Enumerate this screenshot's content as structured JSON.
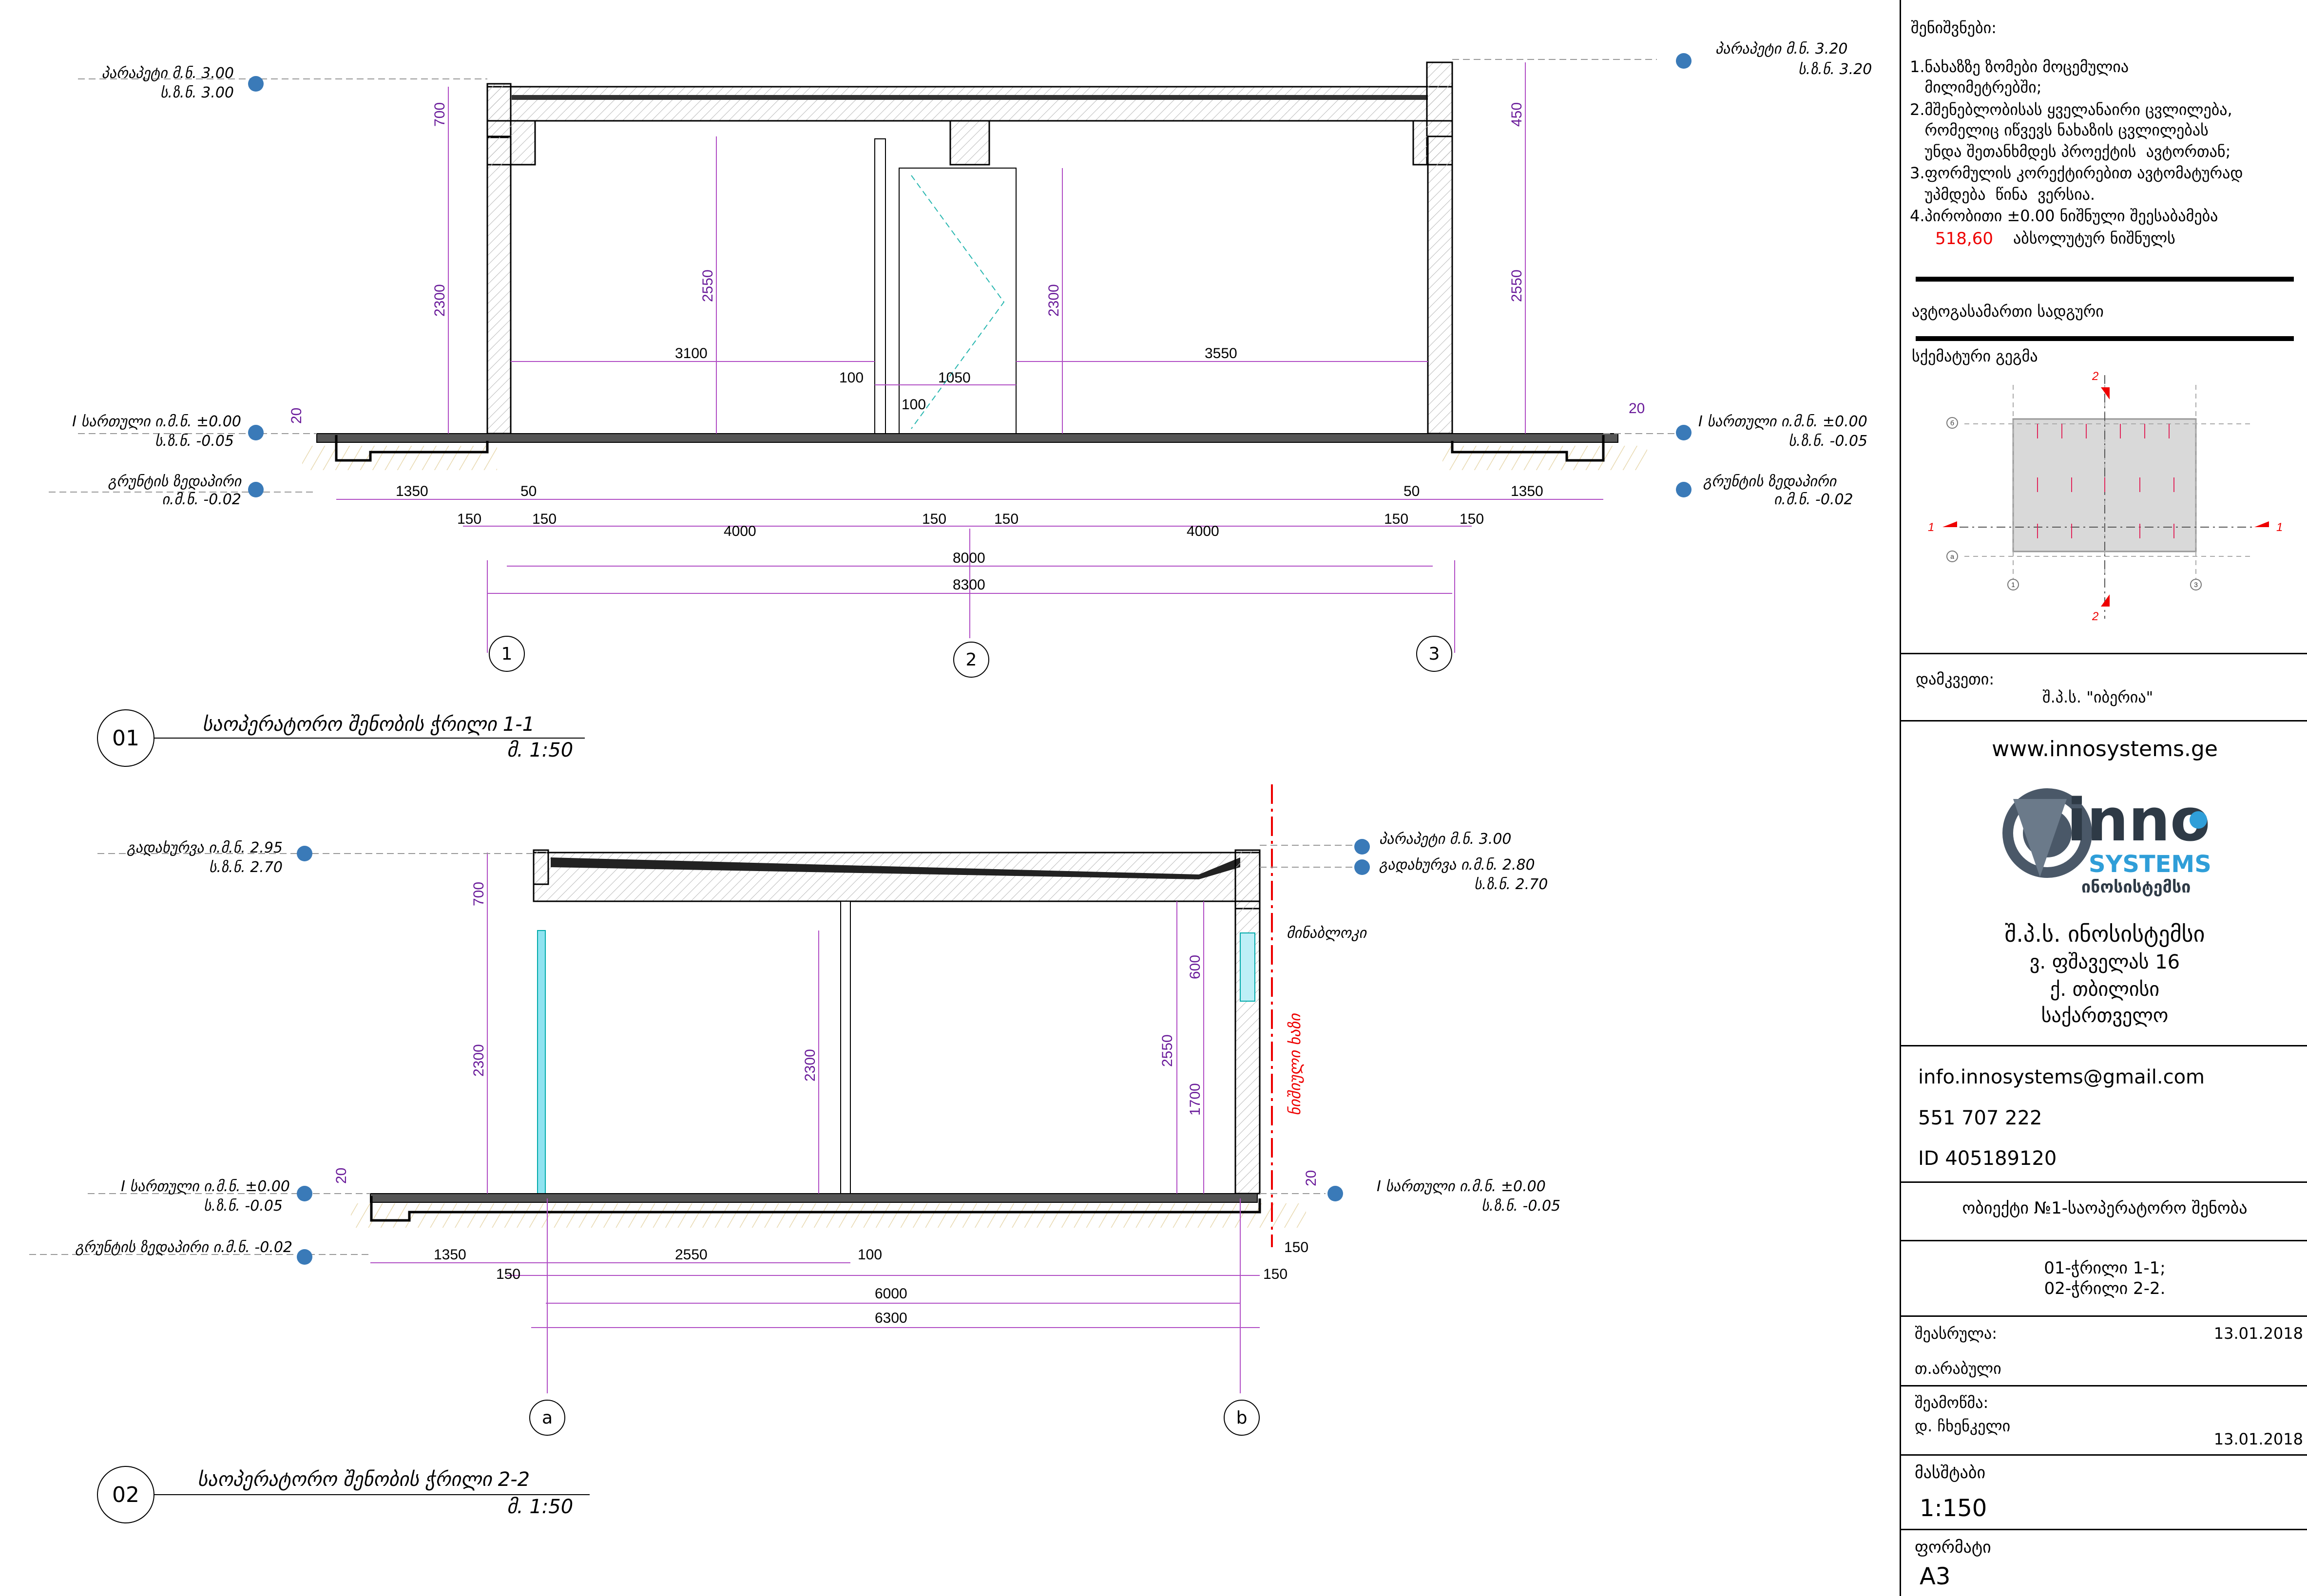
{
  "section1": {
    "number": "01",
    "title": "საოპერატორო შენობის ჭრილი  1-1",
    "scale": "მ. 1:50",
    "levels_left": [
      {
        "l1": "პარაპეტი   მ.ნ. 3.00",
        "l2": "ს.ზ.ნ. 3.00"
      },
      {
        "l1": "I სართული  ი.მ.ნ. ±0.00",
        "l2": "ს.ზ.ნ. -0.05"
      },
      {
        "l1": "გრუნტის ზედაპირი",
        "l2": "ი.მ.ნ. -0.02"
      }
    ],
    "levels_right": [
      {
        "l1": "პარაპეტი   მ.ნ. 3.20",
        "l2": "ს.ზ.ნ. 3.20"
      },
      {
        "l1": "I სართული  ი.მ.ნ. ±0.00",
        "l2": "ს.ზ.ნ. -0.05"
      },
      {
        "l1": "გრუნტის ზედაპირი",
        "l2": "ი.მ.ნ. -0.02"
      }
    ],
    "dims": {
      "d700": "700",
      "d2300a": "2300",
      "d2550a": "2550",
      "d2300b": "2300",
      "d450": "450",
      "d2550b": "2550",
      "d3100": "3100",
      "d100a": "100",
      "d1050": "1050",
      "d100b": "100",
      "d3550": "3550",
      "d20l": "20",
      "d20r": "20",
      "d1350l": "1350",
      "d50l": "50",
      "d50r": "50",
      "d1350r": "1350",
      "d150a": "150",
      "d150b": "150",
      "d4000a": "4000",
      "d150c": "150",
      "d150d": "150",
      "d4000b": "4000",
      "d150e": "150",
      "d150f": "150",
      "d8000": "8000",
      "d8300": "8300"
    },
    "axes": [
      "1",
      "2",
      "3"
    ]
  },
  "section2": {
    "number": "02",
    "title": "საოპერატორო შენობის ჭრილი  2-2",
    "scale": "მ. 1:50",
    "levels_left": [
      {
        "l1": "გადახურვა  ი.მ.ნ. 2.95",
        "l2": "ს.ზ.ნ. 2.70"
      },
      {
        "l1": "I სართული  ი.მ.ნ. ±0.00",
        "l2": "ს.ზ.ნ. -0.05"
      },
      {
        "l1": "გრუნტის ზედაპირი  ი.მ.ნ. -0.02",
        "l2": ""
      }
    ],
    "levels_right": [
      {
        "l1": "პარაპეტი   მ.ნ. 3.00",
        "l2": ""
      },
      {
        "l1": "გადახურვა  ი.მ.ნ. 2.80",
        "l2": "ს.ზ.ნ. 2.70"
      },
      {
        "l1": "I სართული  ი.მ.ნ. ±0.00",
        "l2": "ს.ზ.ნ. -0.05"
      }
    ],
    "label_minablok": "მინაბლოკი",
    "label_boundary": "ნიშიული ხაზი",
    "dims": {
      "d700": "700",
      "d2300a": "2300",
      "d2300b": "2300",
      "d600": "600",
      "d2550": "2550",
      "d1700": "1700",
      "d20l": "20",
      "d20r": "20",
      "d1350": "1350",
      "d2550b": "2550",
      "d100": "100",
      "d150r": "150",
      "d150a": "150",
      "d150b": "150",
      "d6000": "6000",
      "d6300": "6300"
    },
    "axes": [
      "a",
      "b"
    ]
  },
  "panel": {
    "notes_title": "შენიშვნები:",
    "notes": [
      "1.ნახაზზე ზომები მოცემულია",
      "   მილიმეტრებში;",
      "2.მშენებლობისას ყველანაირი ცვლილება,",
      "   რომელიც იწვევს ნახაზის ცვლილებას",
      "   უნდა შეთანხმდეს პროექტის  ავტორთან;",
      "3.ფორმულის კორექტირებით ავტომატურად",
      "   უპმდება  წინა  ვერსია.",
      "4.პირობითი ±0.00 ნიშნული შეესაბამება"
    ],
    "note_value": "518,60",
    "note_tail": "აბსოლუტურ ნიშნულს",
    "bldg_type": "ავტოგასამართი სადგური",
    "schema_title": "სქემატური გეგმა",
    "schema_marks": [
      "2",
      "2",
      "1",
      "1"
    ],
    "schema_axes": [
      "1",
      "3",
      "б",
      "а"
    ],
    "client_label": "დამკვეთი:",
    "client_value": "შ.პ.ს. \"იბერია\"",
    "website": "www.innosystems.ge",
    "logo_main": "inno",
    "logo_sub": "SYSTEMS",
    "logo_geo": "ინოსისტემსი",
    "company": "შ.პ.ს. ინოსისტემსი",
    "address1": "ვ. ფშაველას 16",
    "address2": "ქ. თბილისი",
    "address3": "საქართველო",
    "email": "info.innosystems@gmail.com",
    "phone": "551 707 222",
    "id": "ID 405189120",
    "object": "ობიექტი №1-საოპერატორო შენობა",
    "sheet_line1": "01-ჭრილი 1-1;",
    "sheet_line2": "02-ჭრილი 2-2.",
    "executed_label": "შეასრულა:",
    "executed_date": "13.01.2018",
    "executed_name": "თ.არაბული",
    "checked_label": "შეამოწმა:",
    "checked_name": "დ. ჩხენკელი",
    "checked_date": "13.01.2018",
    "scale_label": "მასშტაბი",
    "scale_value": "1:150",
    "format_label": "ფორმატი",
    "format_value": "A3"
  }
}
